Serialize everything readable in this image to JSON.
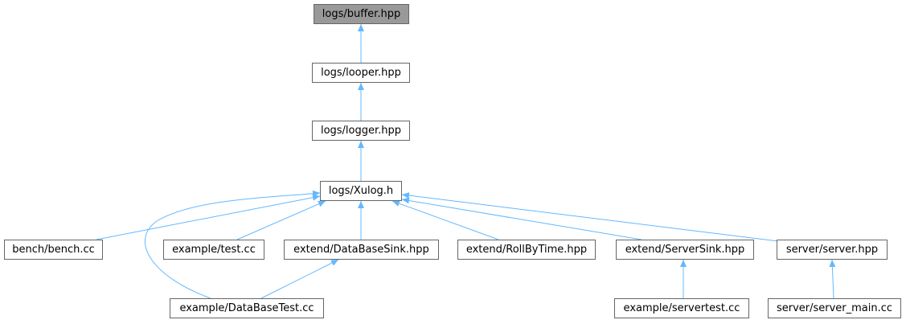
{
  "diagram": {
    "type": "include-dependency-graph",
    "edge_color": "#63b8ff",
    "root_fill": "#999999",
    "node_border": "#666666",
    "nodes": [
      {
        "id": "buffer",
        "label": "logs/buffer.hpp",
        "highlighted": true
      },
      {
        "id": "looper",
        "label": "logs/looper.hpp"
      },
      {
        "id": "logger",
        "label": "logs/logger.hpp"
      },
      {
        "id": "xulog",
        "label": "logs/Xulog.h"
      },
      {
        "id": "bench",
        "label": "bench/bench.cc"
      },
      {
        "id": "test",
        "label": "example/test.cc"
      },
      {
        "id": "dbsink",
        "label": "extend/DataBaseSink.hpp"
      },
      {
        "id": "roll",
        "label": "extend/RollByTime.hpp"
      },
      {
        "id": "serversink",
        "label": "extend/ServerSink.hpp"
      },
      {
        "id": "server",
        "label": "server/server.hpp"
      },
      {
        "id": "dbtest",
        "label": "example/DataBaseTest.cc"
      },
      {
        "id": "servertest",
        "label": "example/servertest.cc"
      },
      {
        "id": "servermain",
        "label": "server/server_main.cc"
      }
    ],
    "edges": [
      {
        "from": "looper",
        "to": "buffer"
      },
      {
        "from": "logger",
        "to": "looper"
      },
      {
        "from": "xulog",
        "to": "logger"
      },
      {
        "from": "bench",
        "to": "xulog"
      },
      {
        "from": "test",
        "to": "xulog"
      },
      {
        "from": "dbsink",
        "to": "xulog"
      },
      {
        "from": "roll",
        "to": "xulog"
      },
      {
        "from": "serversink",
        "to": "xulog"
      },
      {
        "from": "server",
        "to": "xulog"
      },
      {
        "from": "dbtest",
        "to": "xulog"
      },
      {
        "from": "dbtest",
        "to": "dbsink"
      },
      {
        "from": "servertest",
        "to": "serversink"
      },
      {
        "from": "servermain",
        "to": "server"
      }
    ]
  }
}
